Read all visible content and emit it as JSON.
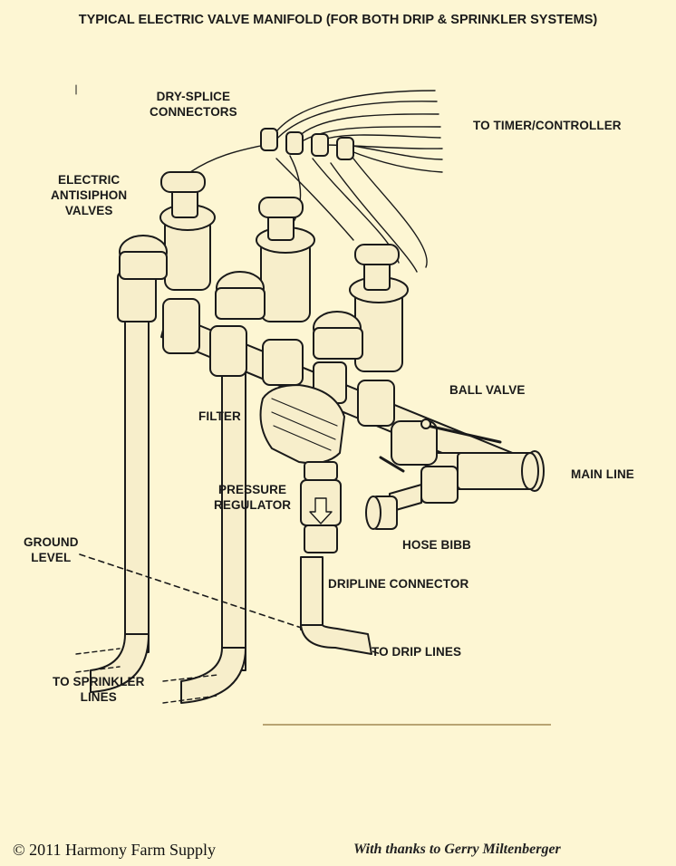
{
  "title": "TYPICAL ELECTRIC VALVE MANIFOLD (FOR BOTH DRIP & SPRINKLER SYSTEMS)",
  "labels": {
    "dry_splice": [
      "DRY-SPLICE",
      "CONNECTORS"
    ],
    "timer": "TO TIMER/CONTROLLER",
    "antisiphon": [
      "ELECTRIC",
      "ANTISIPHON",
      "VALVES"
    ],
    "ball_valve": "BALL VALVE",
    "filter": "FILTER",
    "main_line": "MAIN LINE",
    "pressure_regulator": [
      "PRESSURE",
      "REGULATOR"
    ],
    "ground_level": [
      "GROUND",
      "LEVEL"
    ],
    "hose_bibb": "HOSE BIBB",
    "dripline_connector": "DRIPLINE CONNECTOR",
    "drip_lines": "TO DRIP LINES",
    "sprinkler_lines": [
      "TO SPRINKLER",
      "LINES"
    ]
  },
  "footer": {
    "copyright": "© 2011 Harmony Farm Supply",
    "credit": "With thanks to Gerry Miltenberger"
  },
  "colors": {
    "background": "#fdf6d3",
    "ink": "#1a1a1a",
    "pipe_fill": "#f7eecb",
    "rule": "#b8a472"
  }
}
